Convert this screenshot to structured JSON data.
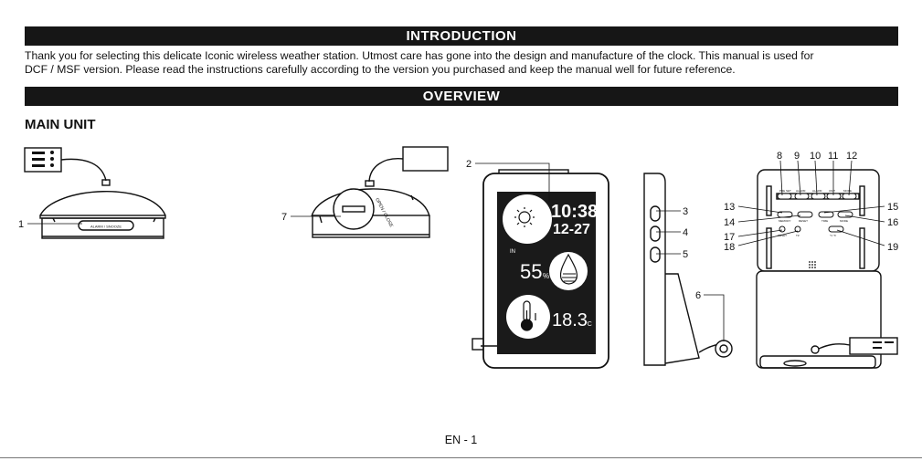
{
  "intro": {
    "heading": "INTRODUCTION",
    "line1": "Thank you for selecting this delicate Iconic wireless weather station. Utmost care has gone into the design and manufacture of the clock. This manual is used for",
    "line2": "DCF / MSF version. Please read the instructions carefully according to the version you purchased and keep the manual well for future reference."
  },
  "overview": {
    "heading": "OVERVIEW",
    "subheading": "MAIN UNIT"
  },
  "figures": {
    "top_view_button_text": "ALARM / SNOOZE",
    "back_cover_text": "OPEN / CLOSE",
    "display": {
      "time": "10:38",
      "date": "12-27",
      "indoor_label": "IN",
      "humidity": "55",
      "humidity_unit": "%",
      "temperature": "18.3",
      "temperature_unit": "°C"
    },
    "back_buttons": {
      "b8": "PRE SET",
      "b9": "ALARM",
      "b10": "ALARM",
      "b11": "UNIT",
      "b12": "MODE",
      "b13": "MEMORY",
      "b14": "RESET",
      "b15": "TIME",
      "b16": "MODE",
      "b17": "RESET",
      "b18": "TZ",
      "b19": "°C °F"
    },
    "callouts": [
      "1",
      "2",
      "3",
      "4",
      "5",
      "6",
      "7",
      "8",
      "9",
      "10",
      "11",
      "12",
      "13",
      "14",
      "15",
      "16",
      "17",
      "18",
      "19"
    ]
  },
  "footer": {
    "page": "EN - 1"
  }
}
